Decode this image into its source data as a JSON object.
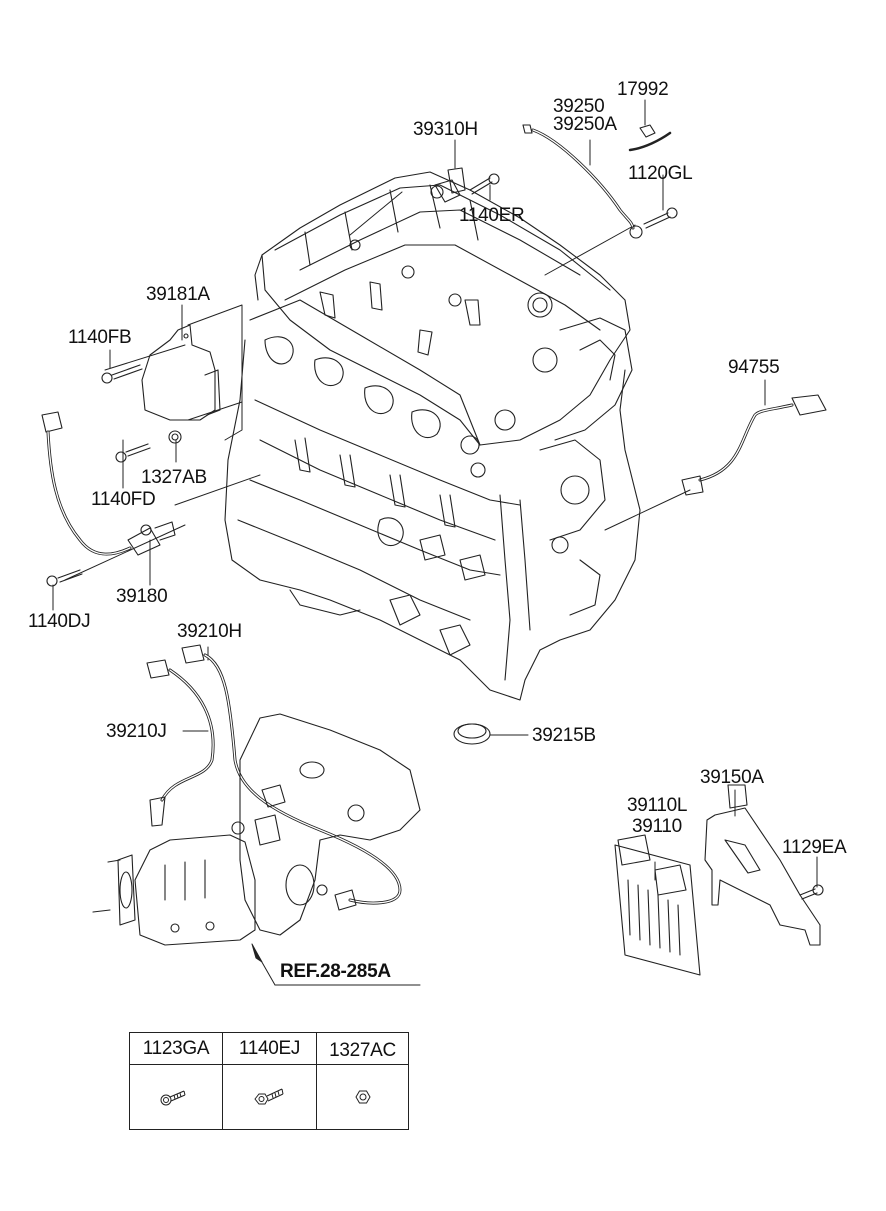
{
  "diagram": {
    "title": "Engine sensors & control module parts diagram",
    "labels": {
      "p17992": "17992",
      "p39250": "39250",
      "p39250A": "39250A",
      "p39310H": "39310H",
      "p1120GL": "1120GL",
      "p1140ER": "1140ER",
      "p39181A": "39181A",
      "p1140FB": "1140FB",
      "p94755": "94755",
      "p1327AB": "1327AB",
      "p1140FD": "1140FD",
      "p39180": "39180",
      "p1140DJ": "1140DJ",
      "p39210H": "39210H",
      "p39210J": "39210J",
      "p39215B": "39215B",
      "p39150A": "39150A",
      "p39110L": "39110L",
      "p39110": "39110",
      "p1129EA": "1129EA",
      "ref": "REF.28-285A"
    },
    "fastener_table": {
      "columns": [
        {
          "part": "1123GA",
          "icon": "flange-bolt-icon"
        },
        {
          "part": "1140EJ",
          "icon": "hex-bolt-icon"
        },
        {
          "part": "1327AC",
          "icon": "hex-nut-icon"
        }
      ]
    }
  }
}
